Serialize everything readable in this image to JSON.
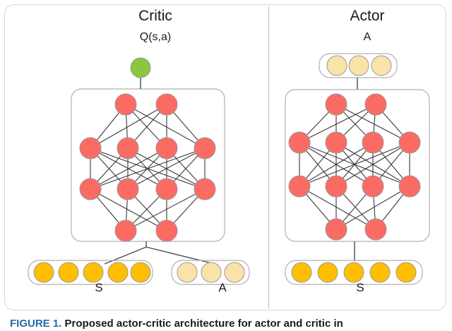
{
  "figure": {
    "caption_tag": "FIGURE 1.",
    "caption_text": "Proposed actor-critic architecture for actor and critic in",
    "caption_tag_color": "#1f6cab"
  },
  "colors": {
    "output_green": "#8CC63E",
    "hidden_red": "#FA6B64",
    "state_orange": "#FFBF00",
    "action_pale_yellow": "#FAE3A8",
    "node_stroke": "#9a9a9a",
    "box_stroke": "#b0b0b0",
    "edge_stroke": "#3a3a3a",
    "frame_stroke": "#d8d8d8",
    "divider": "#b9b9b9"
  },
  "panels": [
    {
      "id": "critic",
      "title": "Critic",
      "output": {
        "label": "Q(s,a)",
        "node_kind": "green-scalar",
        "node_count": 1
      },
      "network": {
        "layers": [
          2,
          4,
          4,
          2
        ],
        "node_kind": "red-hidden",
        "fully_connected": true
      },
      "inputs": [
        {
          "label": "S",
          "node_count": 5,
          "node_kind": "orange-state"
        },
        {
          "label": "A",
          "node_count": 3,
          "node_kind": "pale-action"
        }
      ]
    },
    {
      "id": "actor",
      "title": "Actor",
      "output": {
        "label": "A",
        "node_kind": "pale-action",
        "node_count": 3
      },
      "network": {
        "layers": [
          2,
          4,
          4,
          2
        ],
        "node_kind": "red-hidden",
        "fully_connected": true
      },
      "inputs": [
        {
          "label": "S",
          "node_count": 5,
          "node_kind": "orange-state"
        }
      ]
    }
  ]
}
